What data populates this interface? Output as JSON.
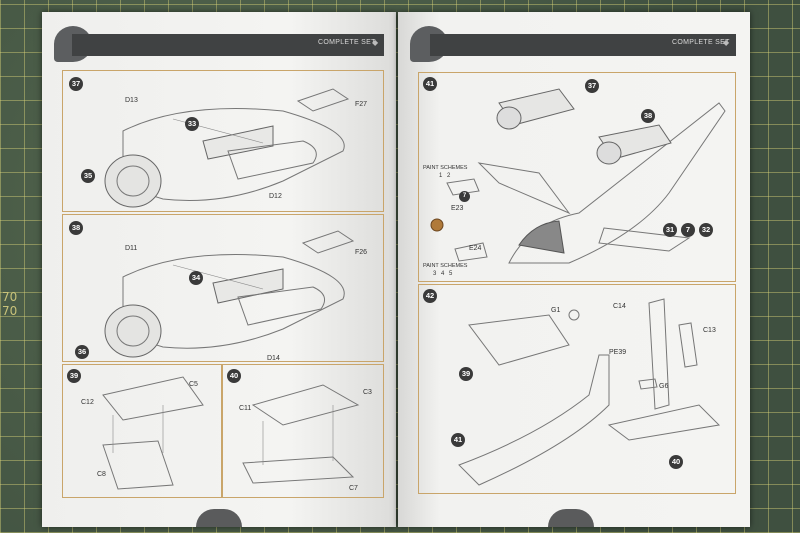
{
  "header": {
    "left": "COMPLETE SET",
    "right": "COMPLETE SET"
  },
  "mat": {
    "ruler_a": "70",
    "ruler_b": "70"
  },
  "left_page": {
    "steps": [
      {
        "num": "37",
        "labels": [
          "D13",
          "33",
          "F27",
          "35",
          "D12"
        ]
      },
      {
        "num": "38",
        "labels": [
          "D11",
          "F26",
          "34",
          "36",
          "D14"
        ]
      },
      {
        "num": "39",
        "labels": [
          "C5",
          "C12",
          "C8"
        ]
      },
      {
        "num": "40",
        "labels": [
          "C3",
          "C11",
          "C7"
        ]
      }
    ]
  },
  "right_page": {
    "steps": [
      {
        "num": "41",
        "labels": [
          "37",
          "38",
          "PAINT SCHEMES",
          "E23",
          "E24",
          "PAINT SCHEMES",
          "31",
          "32"
        ]
      },
      {
        "num": "42",
        "labels": [
          "G1",
          "C14",
          "C13",
          "PE39",
          "39",
          "G6",
          "41",
          "40"
        ]
      }
    ],
    "circled": [
      "1",
      "2",
      "3",
      "4",
      "5",
      "7",
      "7"
    ]
  }
}
